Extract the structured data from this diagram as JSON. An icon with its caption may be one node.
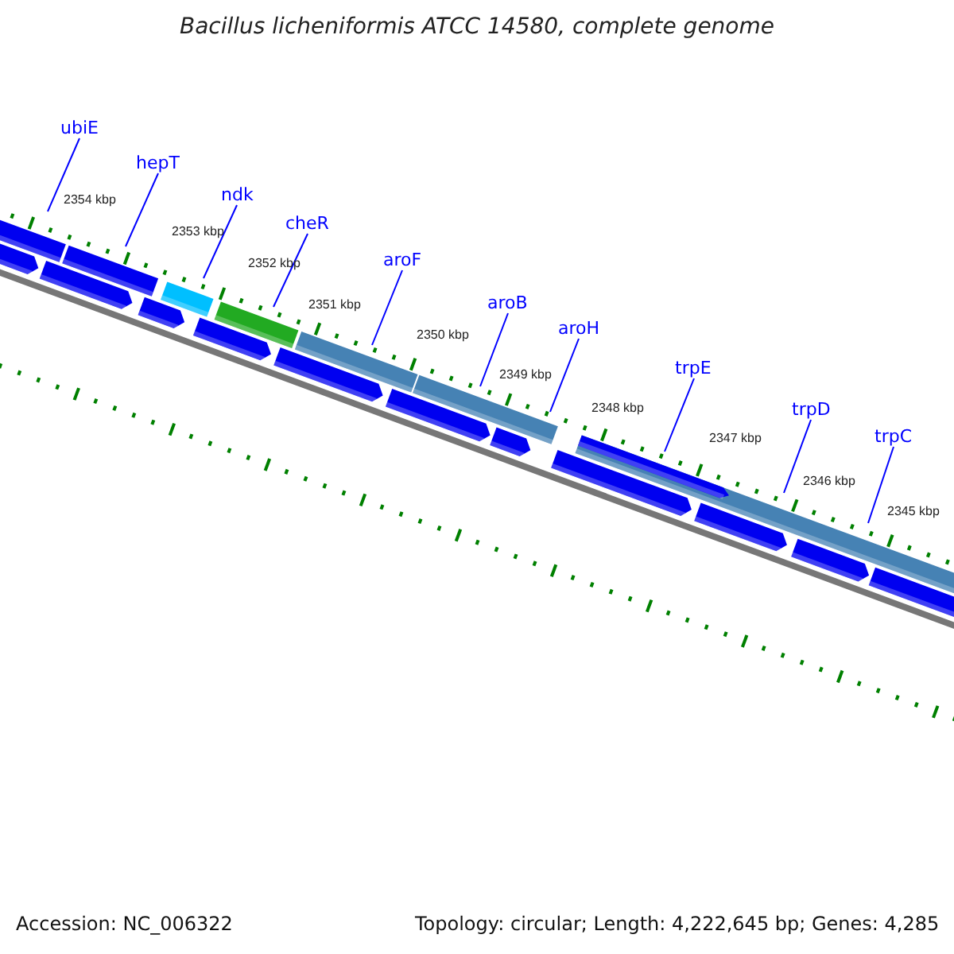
{
  "diagram": {
    "title": "Bacillus licheniformis ATCC 14580, complete genome",
    "nodes": [
      {
        "text": [
          "ubiE"
        ]
      },
      {
        "text": [
          "hepT"
        ]
      },
      {
        "text": [
          "ndk"
        ]
      },
      {
        "text": [
          "cheR"
        ]
      },
      {
        "text": [
          "aroF"
        ]
      },
      {
        "text": [
          "aroB"
        ]
      },
      {
        "text": [
          "aroH"
        ]
      },
      {
        "text": [
          "trpE"
        ]
      },
      {
        "text": [
          "trpD"
        ]
      },
      {
        "text": [
          "trpC"
        ]
      }
    ],
    "edges": [
      {
        "from": 0,
        "to": null,
        "arrow": "none"
      },
      {
        "from": 1,
        "to": null,
        "arrow": "none"
      },
      {
        "from": 2,
        "to": null,
        "arrow": "none"
      },
      {
        "from": 3,
        "to": null,
        "arrow": "none"
      },
      {
        "from": 4,
        "to": null,
        "arrow": "none"
      },
      {
        "from": 5,
        "to": null,
        "arrow": "none"
      },
      {
        "from": 6,
        "to": null,
        "arrow": "none"
      },
      {
        "from": 7,
        "to": null,
        "arrow": "none"
      },
      {
        "from": 8,
        "to": null,
        "arrow": "none"
      },
      {
        "from": 9,
        "to": null,
        "arrow": "none"
      }
    ],
    "labels": [
      "2354 kbp",
      "2353 kbp",
      "2352 kbp",
      "2351 kbp",
      "2350 kbp",
      "2349 kbp",
      "2348 kbp",
      "2347 kbp",
      "2346 kbp",
      "2345 kbp",
      "Accession: NC_006322",
      "Topology: circular; Length: 4,222,645 bp; Genes: 4,285"
    ]
  }
}
